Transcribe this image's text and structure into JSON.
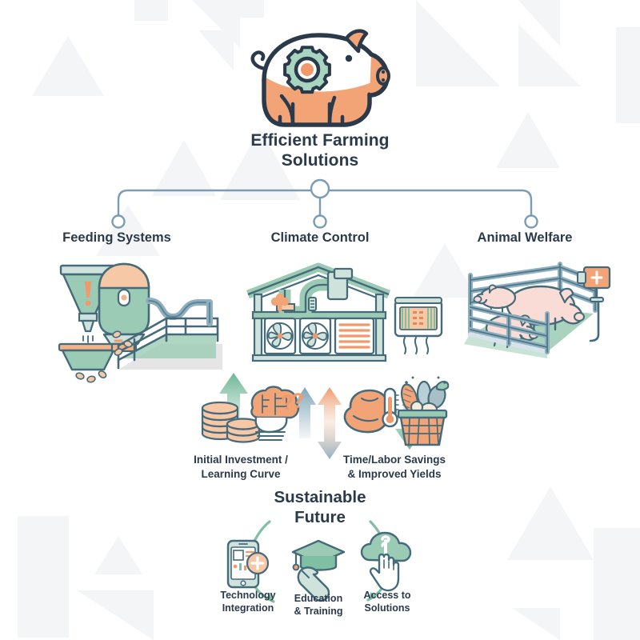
{
  "theme": {
    "background": "#ffffff",
    "text_dark": "#2b3a4a",
    "connector": "#7a9cb5",
    "green": "#7fbfa4",
    "green_light": "#a8d5c0",
    "orange": "#f0996a",
    "orange_light": "#f7c4a4",
    "slate": "#8fb0c0",
    "pig_pink": "#f7d9d4",
    "decor": "#f4f5f6"
  },
  "header": {
    "title_line1": "Efficient Farming",
    "title_line2": "Solutions",
    "icon": "pig-gear-icon"
  },
  "branches": [
    {
      "label": "Feeding Systems",
      "icon": "feeding-system-icon",
      "node": "branch-node-left"
    },
    {
      "label": "Climate Control",
      "icon": "climate-control-icon",
      "node": "branch-node-center"
    },
    {
      "label": "Animal Welfare",
      "icon": "animal-welfare-icon",
      "node": "branch-node-right"
    }
  ],
  "tradeoffs": {
    "left": {
      "label_line1": "Initial Investment /",
      "label_line2": "Learning Curve",
      "label": "Initial Investment / Learning Curve",
      "icons": [
        "coins-icon",
        "brain-question-icon"
      ],
      "arrow": "arrow-up-green"
    },
    "right": {
      "label_line1": "Time/Labor Savings",
      "label_line2": "& Improved Yields",
      "label": "Time/Labor Savings & Improved Yields",
      "icons": [
        "muscle-thermometer-icon",
        "harvest-basket-icon"
      ],
      "arrow": "arrow-down-green"
    },
    "center_arrows": [
      "arrow-up-slate",
      "arrow-up-down-orange-slate"
    ]
  },
  "future": {
    "title_line1": "Sustainable",
    "title_line2": "Future",
    "title": "Sustainable Future",
    "cycle": [
      {
        "label_line1": "Technology",
        "label_line2": "Integration",
        "label": "Technology Integration",
        "icon": "smartphone-plus-icon"
      },
      {
        "label_line1": "Education",
        "label_line2": "& Training",
        "label": "Education & Training",
        "icon": "graduation-wrench-icon"
      },
      {
        "label_line1": "Access to",
        "label_line2": "Solutions",
        "label": "Access to Solutions",
        "icon": "cloud-tap-icon"
      }
    ]
  }
}
